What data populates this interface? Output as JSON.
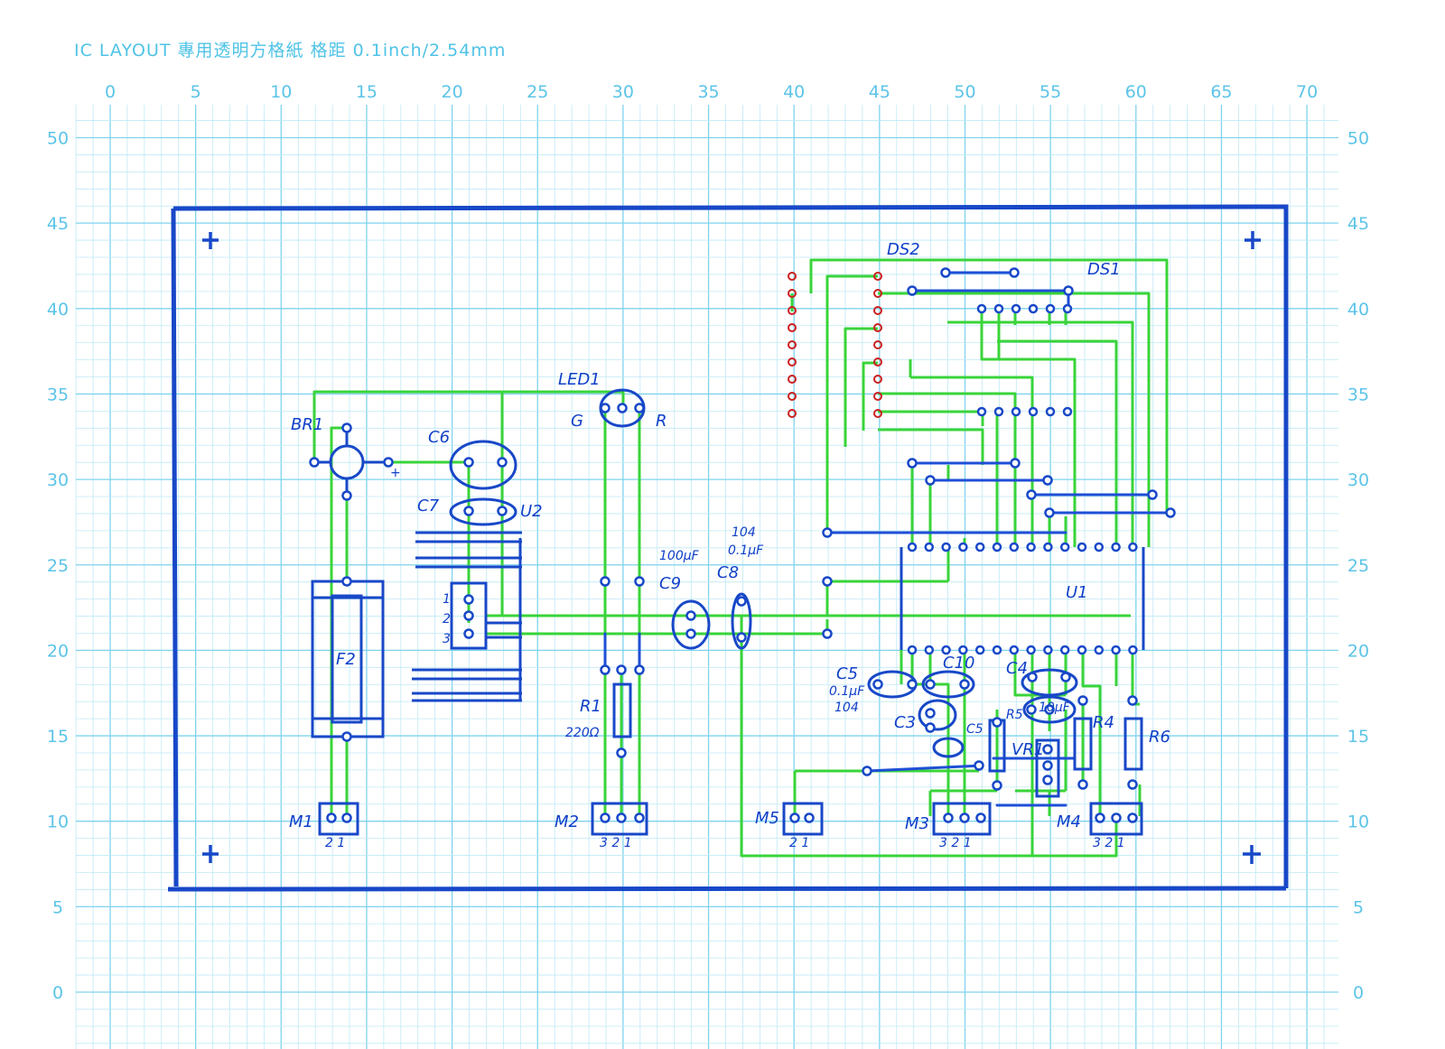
{
  "header": {
    "title": "IC LAYOUT 專用透明方格紙 格距 0.1inch/2.54mm"
  },
  "axes": {
    "x_ticks": [
      "0",
      "5",
      "10",
      "15",
      "20",
      "25",
      "30",
      "35",
      "40",
      "45",
      "50",
      "55",
      "60",
      "65",
      "70"
    ],
    "y_ticks": [
      "50",
      "45",
      "40",
      "35",
      "30",
      "25",
      "20",
      "15",
      "10",
      "5",
      "0"
    ]
  },
  "labels": {
    "br1": "BR1",
    "plus_br1": "+",
    "c6": "C6",
    "c7": "C7",
    "u2": "U2",
    "f2": "F2",
    "led1": "LED1",
    "led_g": "G",
    "led_r": "R",
    "r1": "R1",
    "r1_val": "220Ω",
    "c9": "C9",
    "c9_val": "100µF",
    "c8": "C8",
    "c8_val": "104",
    "c8_val2": "0.1µF",
    "m1": "M1",
    "m2": "M2",
    "m3": "M3",
    "m4": "M4",
    "m5": "M5",
    "ds1": "DS1",
    "ds2": "DS2",
    "u1": "U1",
    "c5a": "C5",
    "c5a_val": "0.1µF",
    "c5a_val2": "104",
    "c10": "C10",
    "c4": "C4",
    "c4_val": "10µF",
    "c3": "C3",
    "c5b": "C5",
    "r5": "R5",
    "vr1": "VR1",
    "r4": "R4",
    "r6": "R6",
    "pin1": "1",
    "pin2": "2",
    "pin3": "3",
    "m_pins": "3 2 1",
    "m_pins2": "2 1"
  },
  "colors": {
    "grid_minor": "#bfe9f6",
    "grid_major": "#7fd3ee",
    "outline": "#1848c8",
    "trace_top": "#39d43a",
    "trace_bottom": "#1e4fd6",
    "pad_marks": "#cc2020"
  }
}
